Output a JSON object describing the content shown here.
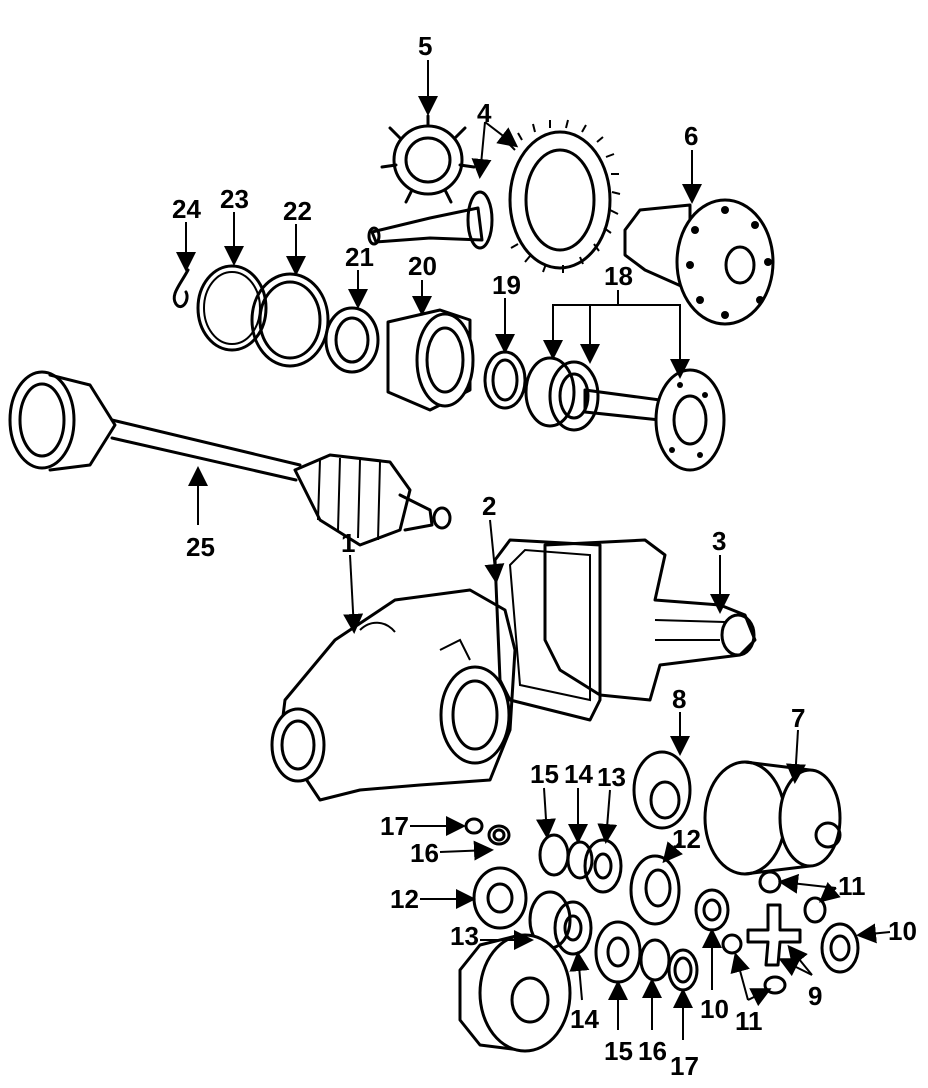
{
  "callouts": {
    "c1": "1",
    "c2": "2",
    "c3": "3",
    "c4": "4",
    "c5": "5",
    "c6": "6",
    "c7": "7",
    "c8": "8",
    "c9": "9",
    "c10a": "10",
    "c10b": "10",
    "c11a": "11",
    "c11b": "11",
    "c12a": "12",
    "c12b": "12",
    "c13a": "13",
    "c13b": "13",
    "c14a": "14",
    "c14b": "14",
    "c15a": "15",
    "c15b": "15",
    "c16a": "16",
    "c16b": "16",
    "c17a": "17",
    "c17b": "17",
    "c18": "18",
    "c19": "19",
    "c20": "20",
    "c21": "21",
    "c22": "22",
    "c23": "23",
    "c24": "24",
    "c25": "25"
  }
}
